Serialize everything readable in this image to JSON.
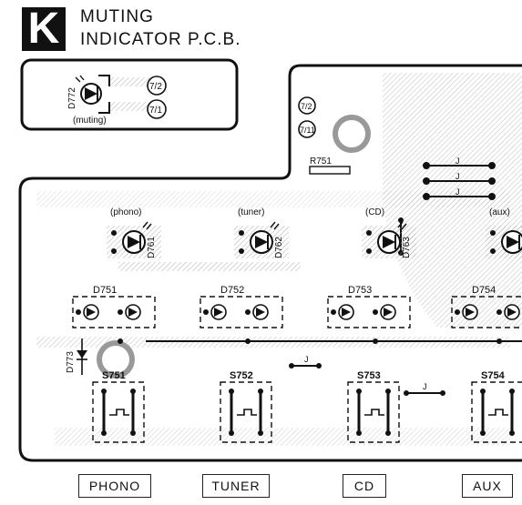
{
  "header": {
    "badge": "K",
    "line1": "MUTING",
    "line2": "INDICATOR P.C.B."
  },
  "inset": {
    "diode": "D772",
    "caption": "(muting)",
    "pin_a": "7/2",
    "pin_b": "7/1"
  },
  "board": {
    "resistor": "R751",
    "pin_a": "7/2",
    "pin_b": "7/11",
    "jumper": "J",
    "side_diode": "D773",
    "indicators": [
      {
        "caption": "(phono)",
        "diode": "D761"
      },
      {
        "caption": "(tuner)",
        "diode": "D762"
      },
      {
        "caption": "(CD)",
        "diode": "D763"
      },
      {
        "caption": "(aux)",
        "diode": ""
      }
    ],
    "diode_pairs": [
      "D751",
      "D752",
      "D753",
      "D754"
    ],
    "switches": [
      "S751",
      "S752",
      "S753",
      "S754"
    ]
  },
  "buttons": [
    {
      "label": "PHONO"
    },
    {
      "label": "TUNER"
    },
    {
      "label": "CD"
    },
    {
      "label": "AUX"
    }
  ]
}
